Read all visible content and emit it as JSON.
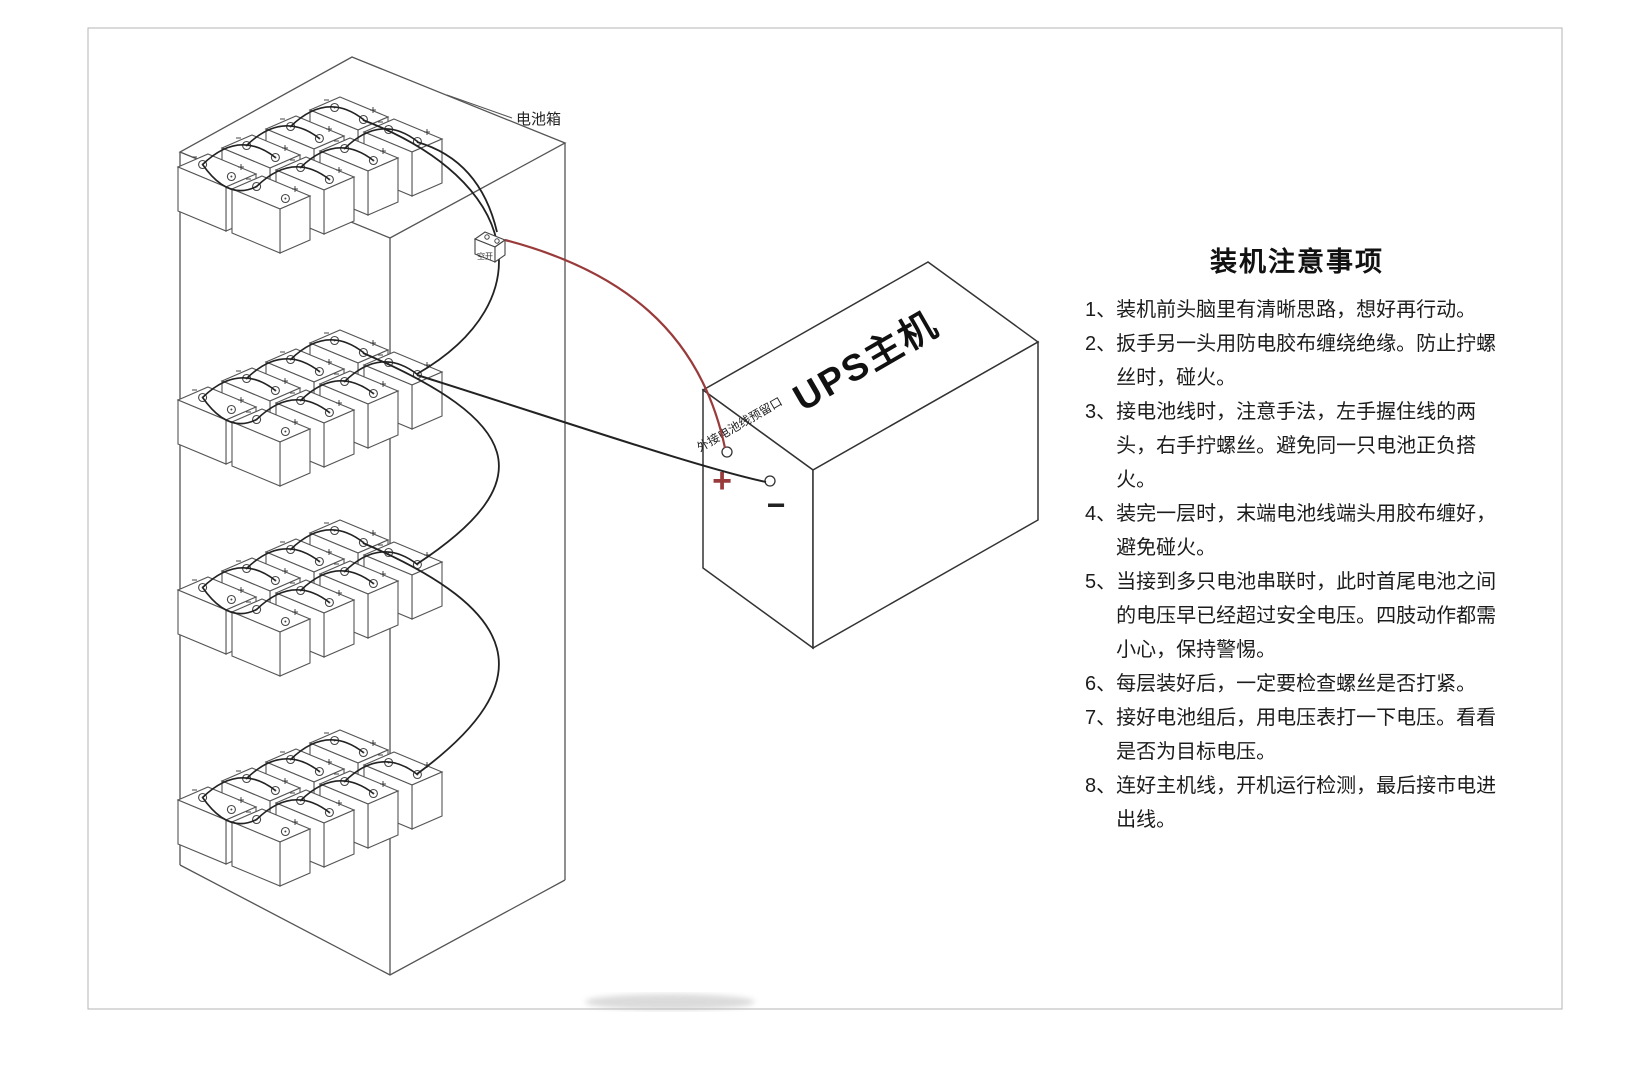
{
  "panel": {
    "title": "装机注意事项",
    "items": [
      {
        "num": "1、",
        "text": "装机前头脑里有清晰思路，想好再行动。"
      },
      {
        "num": "2、",
        "text": "扳手另一头用防电胶布缠绕绝缘。防止拧螺丝时，碰火。"
      },
      {
        "num": "3、",
        "text": "接电池线时，注意手法，左手握住线的两头，右手拧螺丝。避免同一只电池正负搭火。"
      },
      {
        "num": "4、",
        "text": "装完一层时，末端电池线端头用胶布缠好，避免碰火。"
      },
      {
        "num": "5、",
        "text": "当接到多只电池串联时，此时首尾电池之间的电压早已经超过安全电压。四肢动作都需小心，保持警惕。"
      },
      {
        "num": "6、",
        "text": "每层装好后，一定要检查螺丝是否打紧。"
      },
      {
        "num": "7、",
        "text": "接好电池组后，用电压表打一下电压。看看是否为目标电压。"
      },
      {
        "num": "8、",
        "text": "连好主机线，开机运行检测，最后接市电进出线。"
      }
    ]
  },
  "diagram": {
    "cabinet_label": "电池箱",
    "ups_label": "UPS主机",
    "port_label": "外接电池线预留口",
    "breaker_label": "空开",
    "plus_sign": "+",
    "minus_sign": "−",
    "colors": {
      "line": "#555555",
      "wire": "#222222",
      "wire_positive": "#993b3b"
    }
  }
}
